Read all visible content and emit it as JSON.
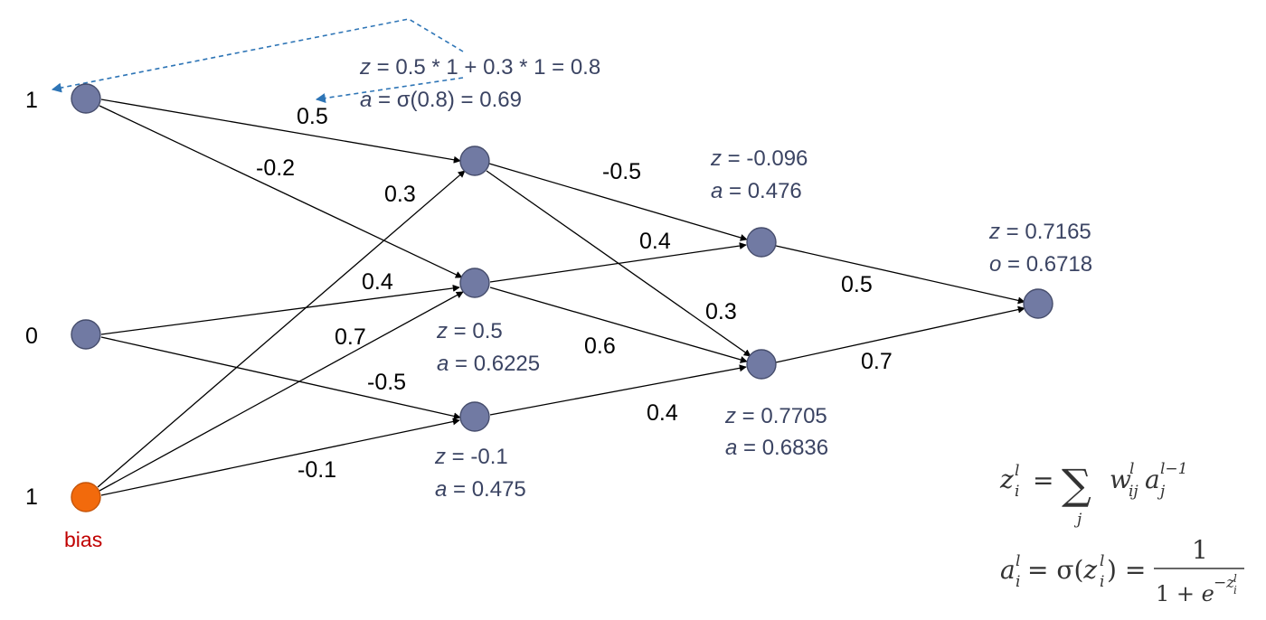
{
  "inputs": [
    {
      "value": "1"
    },
    {
      "value": "0"
    },
    {
      "value": "1"
    }
  ],
  "bias_label": "bias",
  "weights": {
    "i1_h1": "0.5",
    "i1_h2": "-0.2",
    "b_h1": "0.3",
    "i2_h2": "0.4",
    "b_h2": "0.7",
    "i2_h3": "-0.5",
    "b_h3": "-0.1",
    "h1_k1": "-0.5",
    "h2_k1": "0.4",
    "h1_k2": "0.3",
    "h2_k2": "0.6",
    "h3_k2": "0.4",
    "k1_o": "0.5",
    "k2_o": "0.7"
  },
  "annotations": {
    "h1": {
      "z": "z = 0.5 * 1 + 0.3 * 1 = 0.8",
      "a": "a = σ(0.8) = 0.69"
    },
    "h2": {
      "z": "z = 0.5",
      "a": "a = 0.6225"
    },
    "h3": {
      "z": "z = -0.1",
      "a": "a = 0.475"
    },
    "k1": {
      "z": "z = -0.096",
      "a": "a = 0.476"
    },
    "k2": {
      "z": "z = 0.7705",
      "a": "a = 0.6836"
    },
    "out": {
      "z": "z = 0.7165",
      "o": "o = 0.6718"
    }
  },
  "formulas": {
    "z_rule": "z_i^l = Σ_j w_ij^l a_j^(l−1)",
    "a_rule": "a_i^l = σ(z_i^l) = 1 / (1 + e^(−z_i^l))"
  },
  "colors": {
    "node": "#717aa3",
    "bias_node": "#f26a0c",
    "annotation_text": "#3b4463",
    "bias_text": "#c00000",
    "dashed_arrow": "#2e75b6"
  }
}
